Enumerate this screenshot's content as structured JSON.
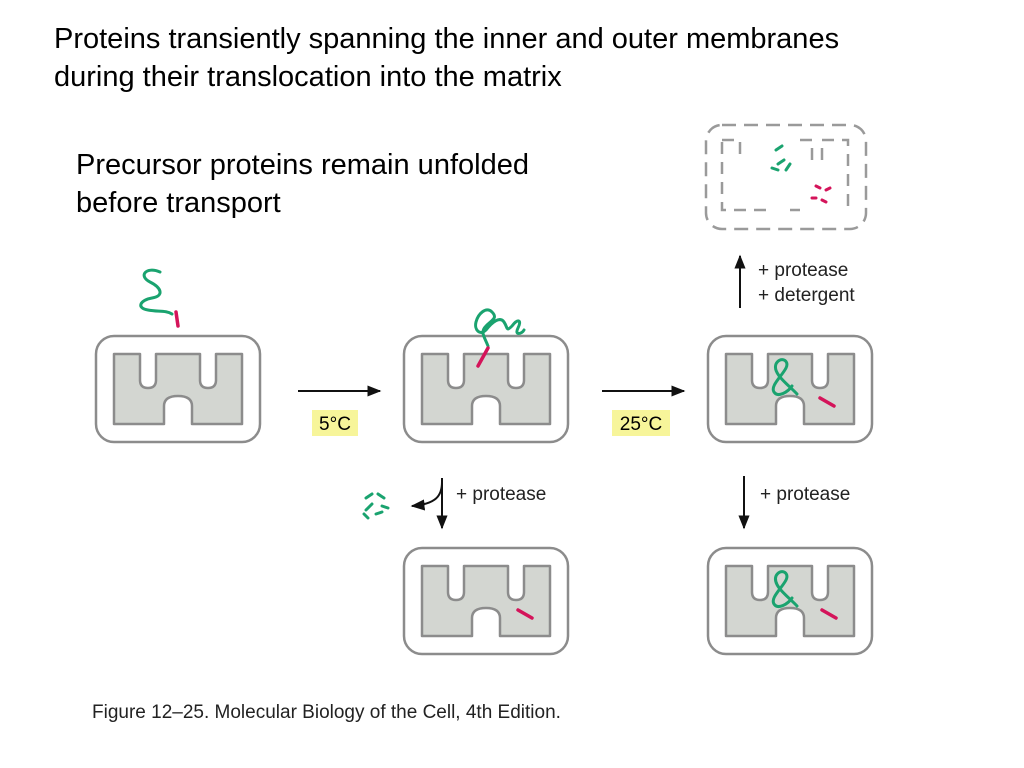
{
  "title": {
    "line1": "Proteins transiently spanning the inner and outer membranes",
    "line2": "during their translocation into the matrix"
  },
  "subtitle": {
    "line1": "Precursor proteins remain unfolded",
    "line2": "before transport"
  },
  "steps": {
    "temp_low": "5°C",
    "temp_high": "25°C",
    "protease_left": "+ protease",
    "protease_right": "+ protease",
    "protease_top": "+ protease",
    "detergent_top": "+ detergent"
  },
  "caption": "Figure 12–25. Molecular Biology of the Cell, 4th Edition.",
  "colors": {
    "membrane_outer": "#8c8c8c",
    "matrix_fill": "#d3d6d1",
    "protein_green": "#1aa36f",
    "signal_red": "#d4145a",
    "temp_highlight": "#f7f59a"
  }
}
